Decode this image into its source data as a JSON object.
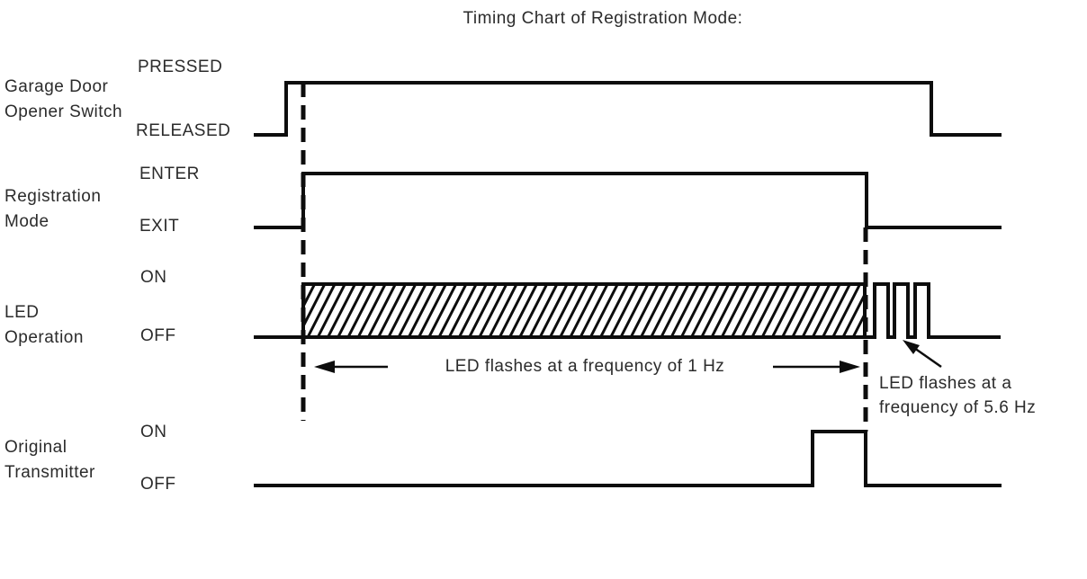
{
  "title": "Timing Chart of Registration Mode:",
  "signals": [
    {
      "name": "Garage Door Opener Switch",
      "label_line1": "Garage Door",
      "label_line2": "Opener Switch",
      "high_label": "PRESSED",
      "low_label": "RELEASED"
    },
    {
      "name": "Registration Mode",
      "label_line1": "Registration",
      "label_line2": "Mode",
      "high_label": "ENTER",
      "low_label": "EXIT"
    },
    {
      "name": "LED Operation",
      "label_line1": "LED",
      "label_line2": "Operation",
      "high_label": "ON",
      "low_label": "OFF"
    },
    {
      "name": "Original Transmitter",
      "label_line1": "Original",
      "label_line2": "Transmitter",
      "high_label": "ON",
      "low_label": "OFF"
    }
  ],
  "annotations": {
    "one_hz": "LED flashes at a frequency of 1 Hz",
    "five_six_hz_line1": "LED flashes at a",
    "five_six_hz_line2": "frequency of 5.6 Hz"
  },
  "colors": {
    "line": "#0d0d0d",
    "text": "#2b2b2b",
    "background": "#ffffff"
  },
  "chart_data": {
    "type": "timing-diagram",
    "title": "Timing Chart of Registration Mode:",
    "signals": [
      {
        "name": "Garage Door Opener Switch",
        "levels": [
          "PRESSED",
          "RELEASED"
        ],
        "sequence": [
          "RELEASED",
          "PRESSED (held for entire registration period)",
          "RELEASED (after registration mode exits)"
        ]
      },
      {
        "name": "Registration Mode",
        "levels": [
          "ENTER",
          "EXIT"
        ],
        "sequence": [
          "EXIT",
          "ENTER (when switch pressed, start of dashed marker 1)",
          "EXIT (at dashed marker 2)"
        ]
      },
      {
        "name": "LED Operation",
        "levels": [
          "ON",
          "OFF"
        ],
        "sequence": [
          "OFF",
          "flashing at 1 Hz while registration mode is active (hatched region)",
          "three rapid pulses flashing at 5.6 Hz after registration exits",
          "OFF"
        ],
        "hatched_region_between_markers": true,
        "pulses_after_exit": 3
      },
      {
        "name": "Original Transmitter",
        "levels": [
          "ON",
          "OFF"
        ],
        "sequence": [
          "OFF",
          "ON pulse just before registration mode exits",
          "OFF"
        ]
      }
    ],
    "annotations": [
      "LED flashes at a frequency of 1 Hz (span between the two dashed markers)",
      "LED flashes at a frequency of 5.6 Hz (points to pulse burst after second dashed marker)"
    ]
  }
}
